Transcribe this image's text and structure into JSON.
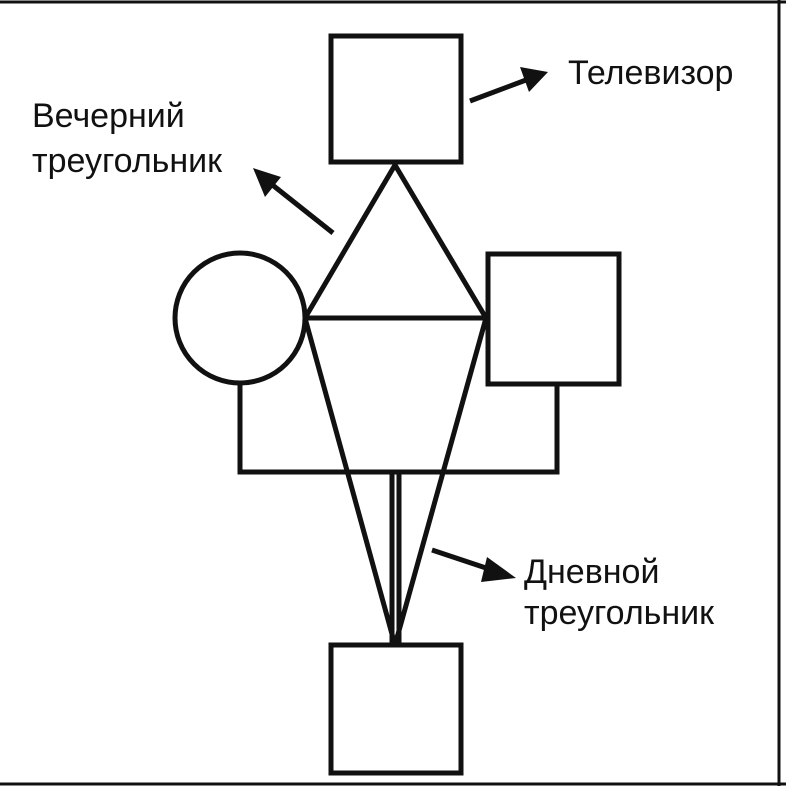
{
  "labels": {
    "tv": "Телевизор",
    "evening_line1": "Вечерний",
    "evening_line2": "треугольник",
    "day_line1": "Дневной",
    "day_line2": "треугольник"
  },
  "colors": {
    "line": "#111111",
    "background": "#ffffff"
  }
}
